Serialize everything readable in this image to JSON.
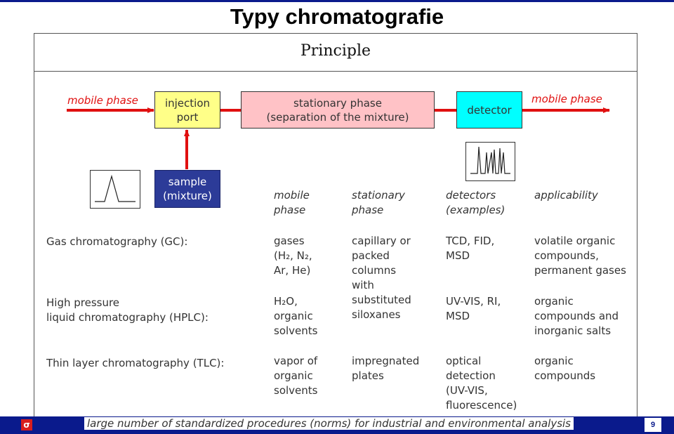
{
  "slide_title": "Typy chromatografie",
  "diagram": {
    "heading": "Principle",
    "flow_in_label": "mobile phase",
    "flow_out_label": "mobile phase",
    "injection_port": [
      "injection",
      "port"
    ],
    "stationary_phase": [
      "stationary phase",
      "(separation of the mixture)"
    ],
    "detector": "detector",
    "sample": [
      "sample",
      "(mixture)"
    ]
  },
  "table": {
    "headers": {
      "mobile_phase": [
        "mobile",
        "phase"
      ],
      "stationary_phase": [
        "stationary",
        "phase"
      ],
      "detectors": [
        "detectors",
        "(examples)"
      ],
      "applicability": "applicability"
    },
    "rows": [
      {
        "method": [
          "Gas chromatography (GC):"
        ],
        "mobile": [
          "gases",
          "(H₂, N₂,",
          "Ar, He)"
        ],
        "stationary": [
          "capillary or",
          "packed",
          "columns",
          "with",
          "substituted",
          "siloxanes"
        ],
        "detectors": [
          "TCD, FID,",
          "MSD"
        ],
        "applicability": [
          "volatile organic",
          "compounds,",
          "permanent gases"
        ]
      },
      {
        "method": [
          "High pressure",
          "liquid chromatography (HPLC):"
        ],
        "mobile": [
          "H₂O,",
          "organic",
          "solvents"
        ],
        "stationary": [],
        "detectors": [
          "UV-VIS, RI,",
          "MSD"
        ],
        "applicability": [
          "organic",
          "compounds and",
          "inorganic salts"
        ]
      },
      {
        "method": [
          "Thin layer chromatography (TLC):"
        ],
        "mobile": [
          "vapor of",
          "organic",
          "solvents"
        ],
        "stationary": [
          "impregnated",
          "plates"
        ],
        "detectors": [
          "optical",
          "detection",
          "(UV-VIS,",
          "fluorescence)"
        ],
        "applicability": [
          "organic",
          "compounds"
        ]
      }
    ]
  },
  "footnote": "large number of standardized procedures (norms) for industrial and environmental analysis",
  "page_number": "9",
  "colors": {
    "theme_blue": "#0a1a8c",
    "arrow_red": "#e01010",
    "injection_fill": "#ffff88",
    "stationary_fill": "#ffc2c6",
    "detector_fill": "#00ffff",
    "sample_fill": "#2c3b98"
  },
  "icons": [
    "single-peak-chromatogram-icon",
    "multi-peak-chromatogram-icon",
    "logo-icon"
  ]
}
